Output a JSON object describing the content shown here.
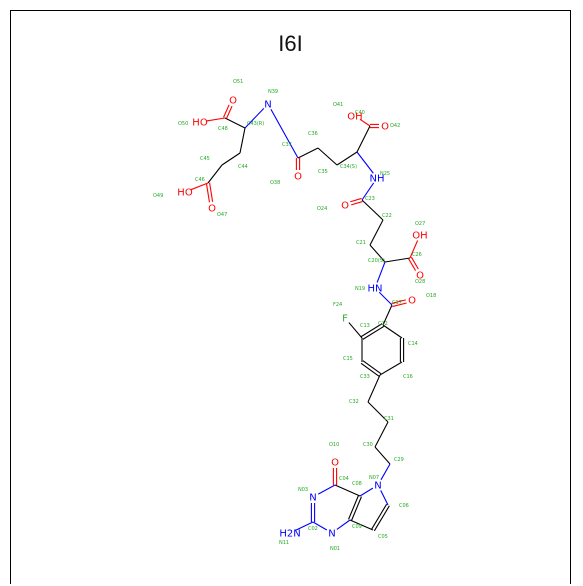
{
  "title": "I6I",
  "colors": {
    "C": "#000000",
    "O": "#ff0000",
    "N": "#0000ff",
    "F": "#33aa33",
    "name": "#22aa22"
  },
  "atoms": [
    [
      "C40",
      "C",
      370,
      126,
      null
    ],
    [
      "O41",
      "O",
      355,
      116,
      "OH"
    ],
    [
      "O42",
      "O",
      385,
      126,
      "O"
    ],
    [
      "C34",
      "C",
      357,
      152,
      null
    ],
    [
      "C35",
      "C",
      337,
      165,
      null
    ],
    [
      "C36",
      "C",
      318,
      148,
      null
    ],
    [
      "C37",
      "C",
      298,
      158,
      null
    ],
    [
      "O38",
      "O",
      298,
      176,
      "O"
    ],
    [
      "N39",
      "N",
      268,
      104,
      "N"
    ],
    [
      "C43",
      "C",
      245,
      128,
      null
    ],
    [
      "C48",
      "C",
      225,
      118,
      null
    ],
    [
      "O50",
      "O",
      200,
      122,
      "HO"
    ],
    [
      "O51",
      "O",
      233,
      100,
      "O"
    ],
    [
      "C44",
      "C",
      240,
      153,
      null
    ],
    [
      "C45",
      "C",
      222,
      165,
      null
    ],
    [
      "C46",
      "C",
      208,
      183,
      null
    ],
    [
      "O49",
      "O",
      185,
      192,
      "HO"
    ],
    [
      "O47",
      "O",
      212,
      208,
      "O"
    ],
    [
      "N25",
      "N",
      377,
      178,
      "NH"
    ],
    [
      "C23",
      "C",
      362,
      200,
      null
    ],
    [
      "O24",
      "O",
      345,
      205,
      "O"
    ],
    [
      "C22",
      "C",
      383,
      220,
      null
    ],
    [
      "C21",
      "C",
      370,
      245,
      null
    ],
    [
      "C20",
      "C",
      385,
      262,
      null
    ],
    [
      "C26",
      "C",
      410,
      258,
      null
    ],
    [
      "O27",
      "O",
      420,
      235,
      "OH"
    ],
    [
      "O28",
      "O",
      420,
      275,
      "O"
    ],
    [
      "N19",
      "N",
      375,
      288,
      "HN"
    ],
    [
      "C17",
      "C",
      392,
      305,
      null
    ],
    [
      "O18",
      "O",
      412,
      300,
      "O"
    ],
    [
      "C12",
      "C",
      383,
      325,
      null
    ],
    [
      "C13",
      "C",
      362,
      338,
      null
    ],
    [
      "F24",
      "F",
      345,
      318,
      "F"
    ],
    [
      "C15",
      "C",
      362,
      362,
      null
    ],
    [
      "C33",
      "C",
      380,
      375,
      null
    ],
    [
      "C16",
      "C",
      402,
      362,
      null
    ],
    [
      "C14",
      "C",
      402,
      338,
      null
    ],
    [
      "C32",
      "C",
      368,
      402,
      null
    ],
    [
      "C31",
      "C",
      388,
      422,
      null
    ],
    [
      "C30",
      "C",
      375,
      447,
      null
    ],
    [
      "C29",
      "C",
      390,
      464,
      null
    ],
    [
      "N07",
      "N",
      378,
      485,
      "N"
    ],
    [
      "C08",
      "C",
      360,
      496,
      null
    ],
    [
      "C06",
      "C",
      388,
      505,
      null
    ],
    [
      "C05",
      "C",
      373,
      530,
      null
    ],
    [
      "C09",
      "C",
      350,
      520,
      null
    ],
    [
      "C04",
      "C",
      335,
      485,
      null
    ],
    [
      "O10",
      "O",
      335,
      462,
      "O"
    ],
    [
      "N03",
      "N",
      313,
      497,
      "N"
    ],
    [
      "C02",
      "C",
      313,
      522,
      null
    ],
    [
      "N11",
      "N",
      290,
      533,
      "H2N"
    ],
    [
      "N01",
      "N",
      332,
      533,
      "N"
    ]
  ],
  "names": [
    [
      "O41",
      333,
      106
    ],
    [
      "C40",
      355,
      114
    ],
    [
      "O42",
      390,
      127
    ],
    [
      "C34(S)",
      340,
      168
    ],
    [
      "C35",
      318,
      173
    ],
    [
      "C36",
      308,
      135
    ],
    [
      "C37",
      282,
      146
    ],
    [
      "O38",
      270,
      184
    ],
    [
      "N39",
      268,
      93
    ],
    [
      "O51",
      233,
      83
    ],
    [
      "O50",
      178,
      125
    ],
    [
      "C48",
      218,
      130
    ],
    [
      "C43(R)",
      247,
      125
    ],
    [
      "C44",
      238,
      168
    ],
    [
      "C45",
      200,
      160
    ],
    [
      "C46",
      195,
      181
    ],
    [
      "O49",
      153,
      197
    ],
    [
      "O47",
      217,
      216
    ],
    [
      "N25",
      380,
      175
    ],
    [
      "C23",
      365,
      200
    ],
    [
      "O24",
      317,
      210
    ],
    [
      "C22",
      382,
      217
    ],
    [
      "C21",
      356,
      244
    ],
    [
      "C20(S)",
      368,
      262
    ],
    [
      "O27",
      415,
      225
    ],
    [
      "C26",
      412,
      256
    ],
    [
      "O28",
      415,
      283
    ],
    [
      "N19",
      355,
      290
    ],
    [
      "C17",
      392,
      304
    ],
    [
      "O18",
      426,
      297
    ],
    [
      "C12",
      378,
      325
    ],
    [
      "C13",
      360,
      327
    ],
    [
      "F24",
      333,
      306
    ],
    [
      "C14",
      408,
      345
    ],
    [
      "C15",
      343,
      360
    ],
    [
      "C33",
      360,
      378
    ],
    [
      "C16",
      403,
      378
    ],
    [
      "C32",
      349,
      403
    ],
    [
      "C31",
      384,
      420
    ],
    [
      "C30",
      363,
      446
    ],
    [
      "C29",
      394,
      461
    ],
    [
      "O10",
      329,
      446
    ],
    [
      "N07",
      369,
      479
    ],
    [
      "C08",
      352,
      485
    ],
    [
      "C04",
      339,
      480
    ],
    [
      "N03",
      298,
      491
    ],
    [
      "C06",
      399,
      507
    ],
    [
      "C05",
      378,
      538
    ],
    [
      "C09",
      352,
      528
    ],
    [
      "C02",
      308,
      530
    ],
    [
      "N11",
      279,
      544
    ],
    [
      "N01",
      330,
      550
    ]
  ],
  "bonds": [
    [
      "C40",
      "O41",
      1
    ],
    [
      "C40",
      "O42",
      2
    ],
    [
      "C40",
      "C34",
      1
    ],
    [
      "C34",
      "C35",
      1
    ],
    [
      "C35",
      "C36",
      1
    ],
    [
      "C36",
      "C37",
      1
    ],
    [
      "C37",
      "O38",
      2
    ],
    [
      "C37",
      "N39",
      1
    ],
    [
      "N39",
      "C43",
      1
    ],
    [
      "C43",
      "C48",
      1
    ],
    [
      "C48",
      "O50",
      1
    ],
    [
      "C48",
      "O51",
      2
    ],
    [
      "C43",
      "C44",
      1
    ],
    [
      "C44",
      "C45",
      1
    ],
    [
      "C45",
      "C46",
      1
    ],
    [
      "C46",
      "O49",
      1
    ],
    [
      "C46",
      "O47",
      2
    ],
    [
      "C34",
      "N25",
      1
    ],
    [
      "N25",
      "C23",
      1
    ],
    [
      "C23",
      "O24",
      2
    ],
    [
      "C23",
      "C22",
      1
    ],
    [
      "C22",
      "C21",
      1
    ],
    [
      "C21",
      "C20",
      1
    ],
    [
      "C20",
      "C26",
      1
    ],
    [
      "C26",
      "O27",
      1
    ],
    [
      "C26",
      "O28",
      2
    ],
    [
      "C20",
      "N19",
      1
    ],
    [
      "N19",
      "C17",
      1
    ],
    [
      "C17",
      "O18",
      2
    ],
    [
      "C17",
      "C12",
      1
    ],
    [
      "C12",
      "C13",
      2
    ],
    [
      "C13",
      "F24",
      1
    ],
    [
      "C13",
      "C15",
      1
    ],
    [
      "C15",
      "C33",
      2
    ],
    [
      "C33",
      "C16",
      1
    ],
    [
      "C16",
      "C14",
      2
    ],
    [
      "C14",
      "C12",
      1
    ],
    [
      "C33",
      "C32",
      1
    ],
    [
      "C32",
      "C31",
      1
    ],
    [
      "C31",
      "C30",
      1
    ],
    [
      "C30",
      "C29",
      1
    ],
    [
      "C29",
      "N07",
      1
    ],
    [
      "N07",
      "C08",
      1
    ],
    [
      "N07",
      "C06",
      1
    ],
    [
      "C06",
      "C05",
      2
    ],
    [
      "C05",
      "C09",
      1
    ],
    [
      "C09",
      "C08",
      2
    ],
    [
      "C08",
      "C04",
      1
    ],
    [
      "C04",
      "O10",
      2
    ],
    [
      "C04",
      "N03",
      1
    ],
    [
      "N03",
      "C02",
      2
    ],
    [
      "C02",
      "N11",
      1
    ],
    [
      "C02",
      "N01",
      1
    ],
    [
      "N01",
      "C09",
      1
    ]
  ]
}
